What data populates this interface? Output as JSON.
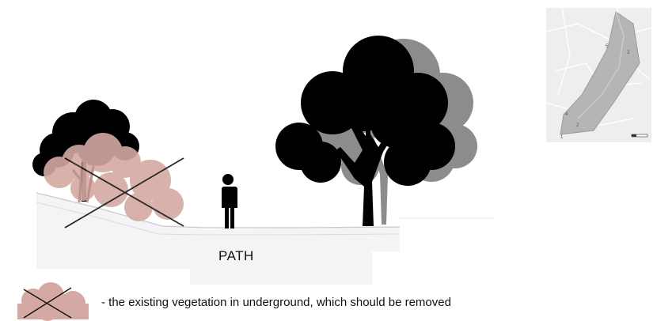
{
  "diagram": {
    "path_label": "PATH",
    "legend": {
      "text": "- the existing vegetation in underground, which should be removed"
    },
    "map_inset": {
      "labels": [
        "5",
        "3",
        "4",
        "2",
        "1"
      ]
    },
    "colors": {
      "tree_front": "#000000",
      "tree_shadow": "#8c8c8c",
      "vegetation_removed": "#d4a9a3",
      "ground": "#f4f4f6",
      "map_bg": "#eeeeee",
      "map_area": "#b5b5b5"
    }
  }
}
